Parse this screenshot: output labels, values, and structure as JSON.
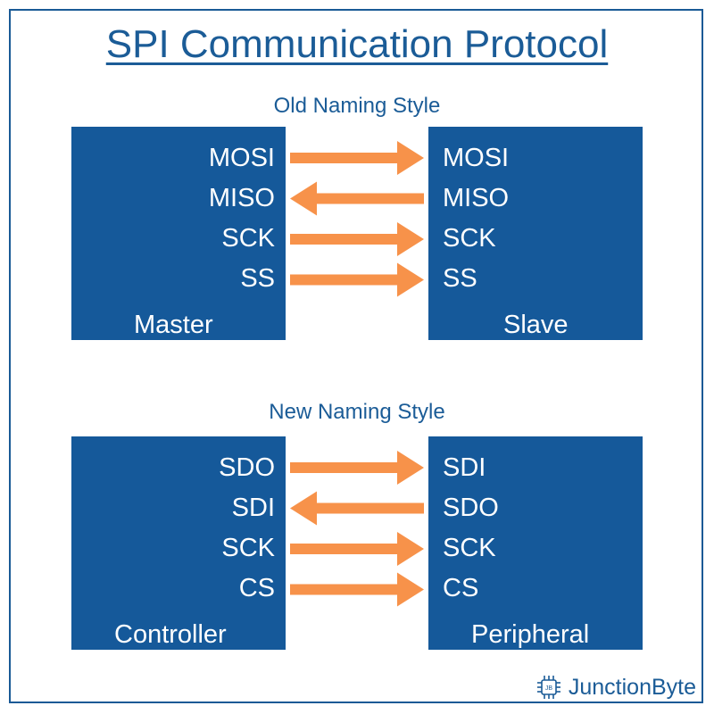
{
  "title": "SPI Communication Protocol",
  "sections": [
    {
      "heading": "Old Naming Style",
      "left_role": "Master",
      "right_role": "Slave",
      "signals": [
        {
          "left": "MOSI",
          "right": "MOSI",
          "direction": "right"
        },
        {
          "left": "MISO",
          "right": "MISO",
          "direction": "left"
        },
        {
          "left": "SCK",
          "right": "SCK",
          "direction": "right"
        },
        {
          "left": "SS",
          "right": "SS",
          "direction": "right"
        }
      ]
    },
    {
      "heading": "New Naming Style",
      "left_role": "Controller",
      "right_role": "Peripheral",
      "signals": [
        {
          "left": "SDO",
          "right": "SDI",
          "direction": "right"
        },
        {
          "left": "SDI",
          "right": "SDO",
          "direction": "left"
        },
        {
          "left": "SCK",
          "right": "SCK",
          "direction": "right"
        },
        {
          "left": "CS",
          "right": "CS",
          "direction": "right"
        }
      ]
    }
  ],
  "logo": {
    "text": "JunctionByte",
    "badge": "JB",
    "icon": "chip-icon"
  },
  "colors": {
    "block": "#15599a",
    "arrow": "#f7924a",
    "text_blue": "#1b5c97",
    "border": "#1a5a96"
  }
}
